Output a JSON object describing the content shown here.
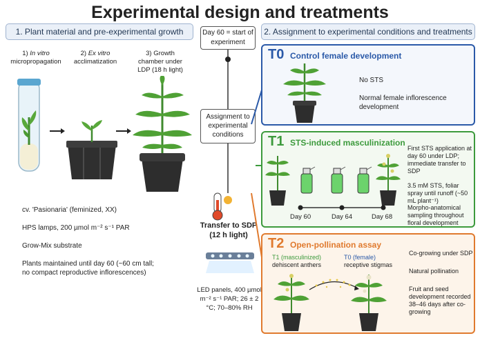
{
  "title": "Experimental design and treatments",
  "section1": {
    "header": "1. Plant material and pre-experimental growth",
    "step1_prefix": "1) ",
    "step1_italic": "In vitro",
    "step1_rest": "micropropagation",
    "step2_prefix": "2) ",
    "step2_italic": "Ex vitro",
    "step2_rest": "acclimatization",
    "step3": "3) Growth chamber under LDP (18 h light)",
    "notes": [
      "cv. 'Pasionaria' (feminized, XX)",
      "HPS lamps, 200 µmol m⁻² s⁻¹ PAR",
      "Grow-Mix substrate",
      "Plants maintained until day 60 (~60 cm tall; no compact reproductive inflorescences)"
    ]
  },
  "middle": {
    "day60": "Day 60 = start of experiment",
    "assignment": "Assignment to experimental conditions",
    "transfer": "Transfer to SDP (12 h light)",
    "led": "LED panels, 400 µmol m⁻² s⁻¹ PAR; 26 ± 2 °C; 70–80% RH"
  },
  "section2": {
    "header": "2. Assignment to experimental conditions and treatments",
    "t0": {
      "label": "T0",
      "name": "Control female development",
      "items": [
        "No STS",
        "Normal female inflorescence development"
      ]
    },
    "t1": {
      "label": "T1",
      "name": "STS-induced masculinization",
      "days": [
        "Day 60",
        "Day 64",
        "Day 68"
      ],
      "items": [
        "First STS application at day 60 under LDP; immediate transfer to SDP",
        "3.5 mM STS, foliar spray until runoff (~50 mL plant⁻¹)",
        "Morpho-anatomical sampling throughout floral development"
      ]
    },
    "t2": {
      "label": "T2",
      "name": "Open-pollination assay",
      "left_label_main": "T1 (masculinized)",
      "left_label_sub": "dehiscent anthers",
      "right_label_main": "T0 (female)",
      "right_label_sub": "receptive stigmas",
      "items": [
        "Co-growing under SDP",
        "Natural pollination",
        "Fruit and seed development recorded 38–46 days after co-growing"
      ]
    }
  },
  "colors": {
    "t0": "#2a59a8",
    "t1": "#3c9a3c",
    "t2": "#e07a2e",
    "header_bg": "#eaf0f8"
  }
}
